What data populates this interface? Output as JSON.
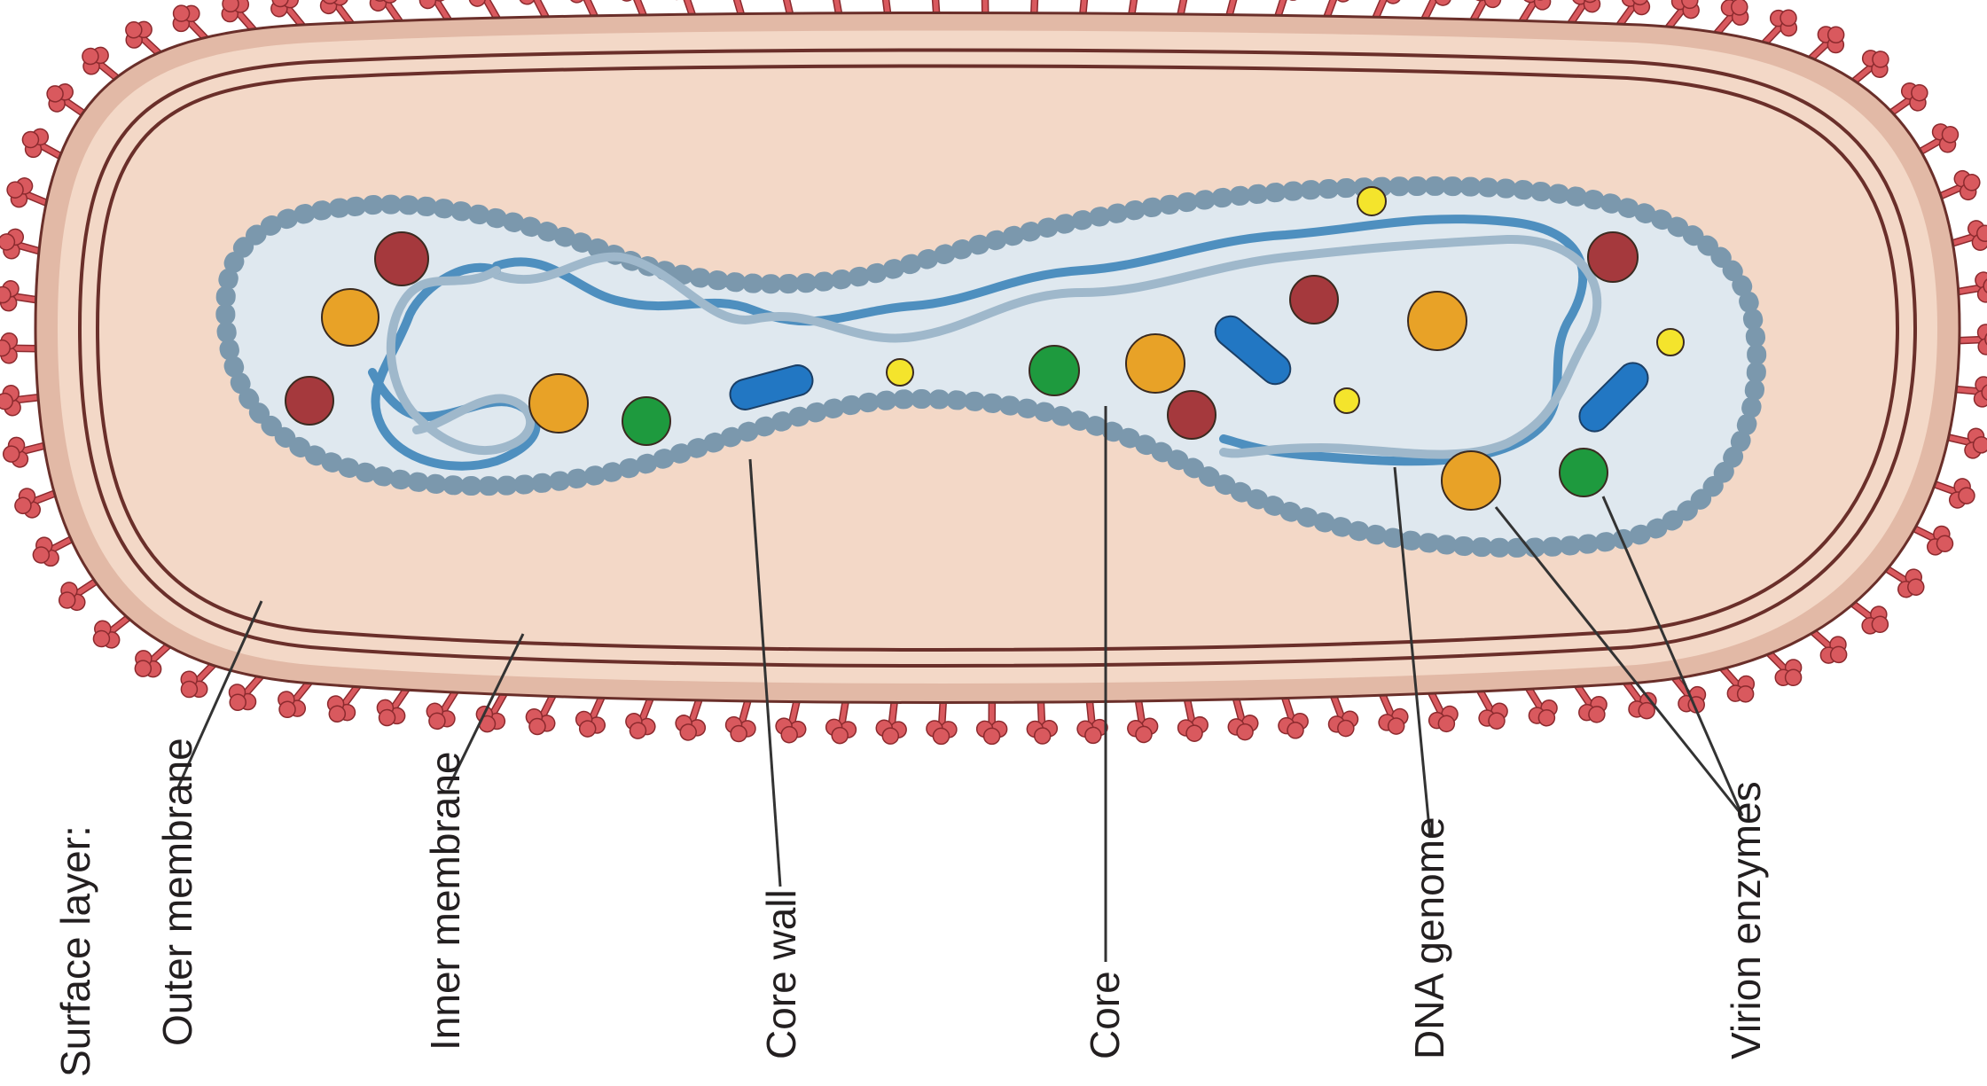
{
  "labels": {
    "surface_layer": "Surface layer:",
    "outer_membrane": "Outer membrane",
    "inner_membrane": "Inner membrane",
    "core_wall": "Core wall",
    "core": "Core",
    "dna_genome": "DNA genome",
    "virion_enzymes": "Virion enzymes"
  },
  "colors": {
    "spike": "#d9595e",
    "spike_stroke": "#8c2a2e",
    "envelope_band": "#e2b9a6",
    "body_fill": "#f3d8c7",
    "membrane_line": "#6a2f2a",
    "core_wall": "#7b98ad",
    "core_fill": "#dfe8ef",
    "dna_dark": "#4e8fbf",
    "dna_light": "#9fb8cb",
    "enzyme_maroon": "#a5393d",
    "enzyme_orange": "#e8a227",
    "enzyme_green": "#1e9a3e",
    "enzyme_yellow": "#f4e42c",
    "enzyme_blue": "#2277c3",
    "leader_line": "#333333"
  }
}
